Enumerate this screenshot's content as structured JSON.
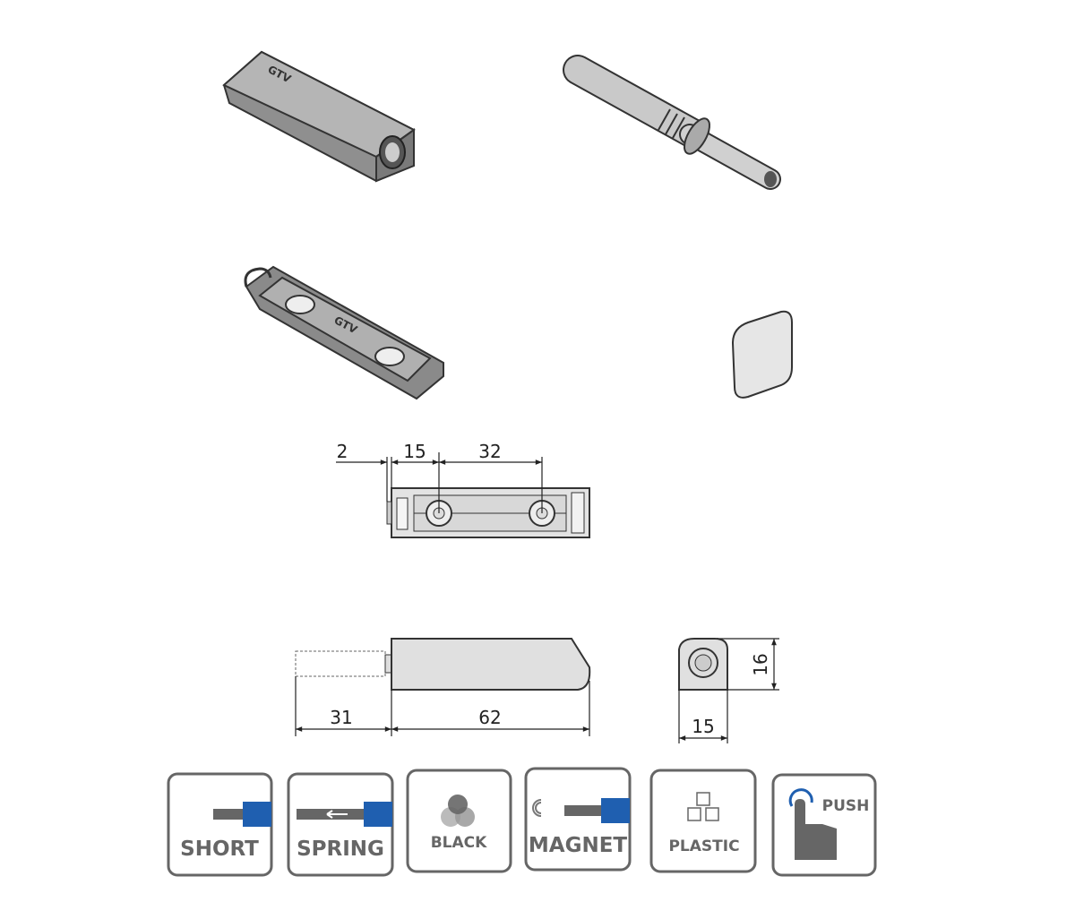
{
  "dimensions": {
    "top_view": {
      "d1": "2",
      "d2": "15",
      "d3": "32"
    },
    "side_view": {
      "pin_length": "31",
      "body_length": "62"
    },
    "end_view": {
      "height": "16",
      "width": "15"
    }
  },
  "product_logo": "GTV",
  "badges": [
    {
      "label": "SHORT",
      "icon": "short-pin-icon"
    },
    {
      "label": "SPRING",
      "icon": "spring-pin-icon"
    },
    {
      "label": "BLACK",
      "icon": "color-circles-icon"
    },
    {
      "label": "MAGNET",
      "icon": "magnet-pin-icon"
    },
    {
      "label": "PLASTIC",
      "icon": "cubes-icon"
    },
    {
      "label": "PUSH",
      "icon": "push-hand-icon"
    }
  ],
  "colors": {
    "accent_blue": "#1f5fb0",
    "icon_gray": "#666666",
    "body_gray": "#d8d8d8"
  }
}
